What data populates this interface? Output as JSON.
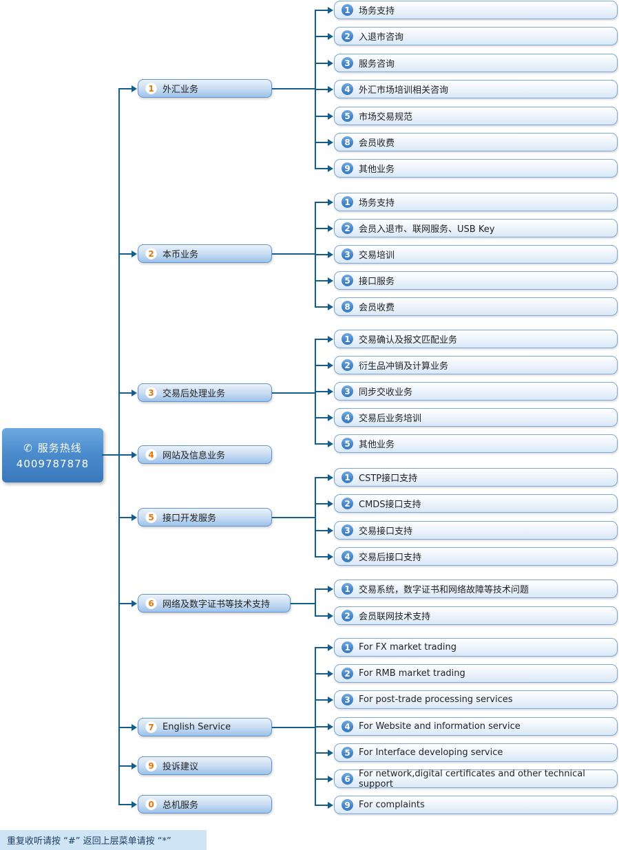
{
  "root": {
    "title": "服务热线",
    "phone": "4009787878",
    "icon": "phone-icon",
    "icon_glyph": "✆"
  },
  "menu": [
    {
      "key": "1",
      "label": "外汇业务",
      "children": [
        {
          "key": "1",
          "label": "场务支持"
        },
        {
          "key": "2",
          "label": "入退市咨询"
        },
        {
          "key": "3",
          "label": "服务咨询"
        },
        {
          "key": "4",
          "label": "外汇市场培训相关咨询"
        },
        {
          "key": "5",
          "label": "市场交易规范"
        },
        {
          "key": "8",
          "label": "会员收费"
        },
        {
          "key": "9",
          "label": "其他业务"
        }
      ]
    },
    {
      "key": "2",
      "label": "本币业务",
      "children": [
        {
          "key": "1",
          "label": "场务支持"
        },
        {
          "key": "2",
          "label": "会员入退市、联网服务、USB Key"
        },
        {
          "key": "3",
          "label": "交易培训"
        },
        {
          "key": "5",
          "label": "接口服务"
        },
        {
          "key": "8",
          "label": "会员收费"
        }
      ]
    },
    {
      "key": "3",
      "label": "交易后处理业务",
      "children": [
        {
          "key": "1",
          "label": "交易确认及报文匹配业务"
        },
        {
          "key": "2",
          "label": "衍生品冲销及计算业务"
        },
        {
          "key": "3",
          "label": "同步交收业务"
        },
        {
          "key": "4",
          "label": "交易后业务培训"
        },
        {
          "key": "5",
          "label": "其他业务"
        }
      ]
    },
    {
      "key": "4",
      "label": "网站及信息业务",
      "children": []
    },
    {
      "key": "5",
      "label": "接口开发服务",
      "children": [
        {
          "key": "1",
          "label": "CSTP接口支持"
        },
        {
          "key": "2",
          "label": "CMDS接口支持"
        },
        {
          "key": "3",
          "label": "交易接口支持"
        },
        {
          "key": "4",
          "label": "交易后接口支持"
        }
      ]
    },
    {
      "key": "6",
      "label": "网络及数字证书等技术支持",
      "children": [
        {
          "key": "1",
          "label": "交易系统，数字证书和网络故障等技术问题"
        },
        {
          "key": "2",
          "label": "会员联网技术支持"
        }
      ]
    },
    {
      "key": "7",
      "label": "English Service",
      "children": [
        {
          "key": "1",
          "label": "For FX market trading"
        },
        {
          "key": "2",
          "label": "For RMB market trading"
        },
        {
          "key": "3",
          "label": "For post-trade processing services"
        },
        {
          "key": "4",
          "label": "For Website and information service"
        },
        {
          "key": "5",
          "label": "For Interface developing service"
        },
        {
          "key": "6",
          "label": "For network,digital certificates and other technical support"
        },
        {
          "key": "9",
          "label": "For complaints"
        }
      ]
    },
    {
      "key": "9",
      "label": "投诉建议",
      "children": []
    },
    {
      "key": "0",
      "label": "总机服务",
      "children": []
    }
  ],
  "footer": {
    "text": "重复收听请按 “#”  返回上层菜单请按 “*”"
  },
  "colors": {
    "connector": "#135d8c",
    "level1_badge_number": "#e2770d",
    "level2_badge_bg": "#3f80c4",
    "root_bg": "#4a86c8",
    "footer_bg": "#cfe4f5"
  }
}
